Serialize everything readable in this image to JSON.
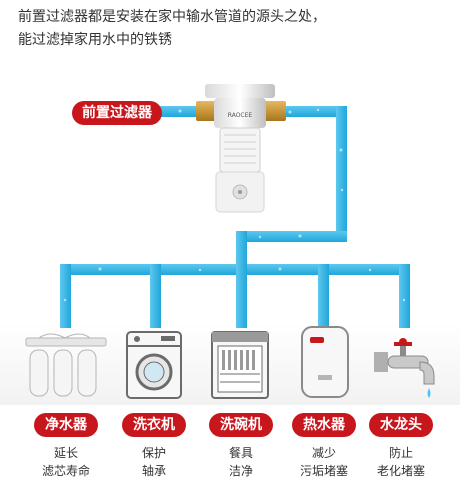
{
  "intro": {
    "line1": "前置过滤器都是安装在家中输水管道的源头之处，",
    "line2": "能过滤掉家用水中的铁锈"
  },
  "prefilter": {
    "label": "前置过滤器",
    "brand": "RAOCEE"
  },
  "appliances": [
    {
      "key": "water-purifier",
      "label": "净水器",
      "benefit": [
        "延长",
        "滤芯寿命"
      ]
    },
    {
      "key": "washing-machine",
      "label": "洗衣机",
      "benefit": [
        "保护",
        "轴承"
      ]
    },
    {
      "key": "dishwasher",
      "label": "洗碗机",
      "benefit": [
        "餐具",
        "洁净"
      ]
    },
    {
      "key": "water-heater",
      "label": "热水器",
      "benefit": [
        "减少",
        "污垢堵塞"
      ]
    },
    {
      "key": "faucet",
      "label": "水龙头",
      "benefit": [
        "防止",
        "老化堵塞"
      ]
    }
  ],
  "colors": {
    "pipe": "#29b6e6",
    "pipe_light": "#7fd3f2",
    "accent": "#c8161d"
  }
}
